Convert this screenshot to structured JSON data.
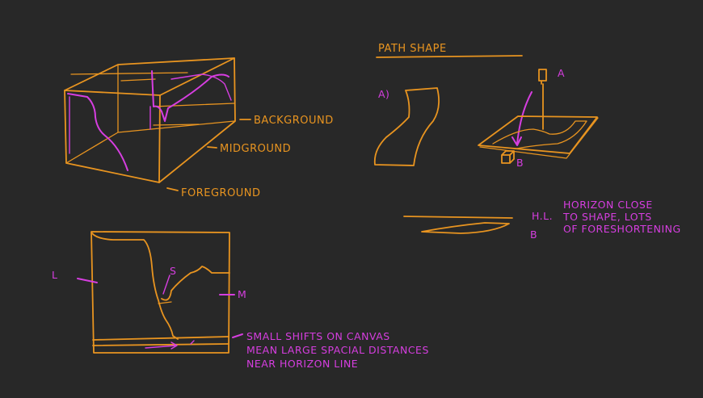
{
  "sketch1": {
    "background": "BACKGROUND",
    "midground": "MIDGROUND",
    "foreground": "FOREGROUND"
  },
  "path_shape": {
    "title": "PATH SHAPE",
    "label_a_panel": "A)",
    "point_a": "A",
    "point_b": "B",
    "hl": "H.L.",
    "hl_b": "B",
    "note_lines": [
      "HORIZON  CLOSE",
      "TO SHAPE, LOTS",
      "OF FORESHORTENING"
    ]
  },
  "sketch3": {
    "l": "L",
    "s": "S",
    "m": "M",
    "note_lines": [
      "SMALL SHIFTS ON CANVAS",
      "MEAN  LARGE  SPACIAL DISTANCES",
      "NEAR HORIZON LINE"
    ]
  },
  "colors": {
    "background": "#282828",
    "orange": "#e89420",
    "magenta": "#d63ee0"
  }
}
